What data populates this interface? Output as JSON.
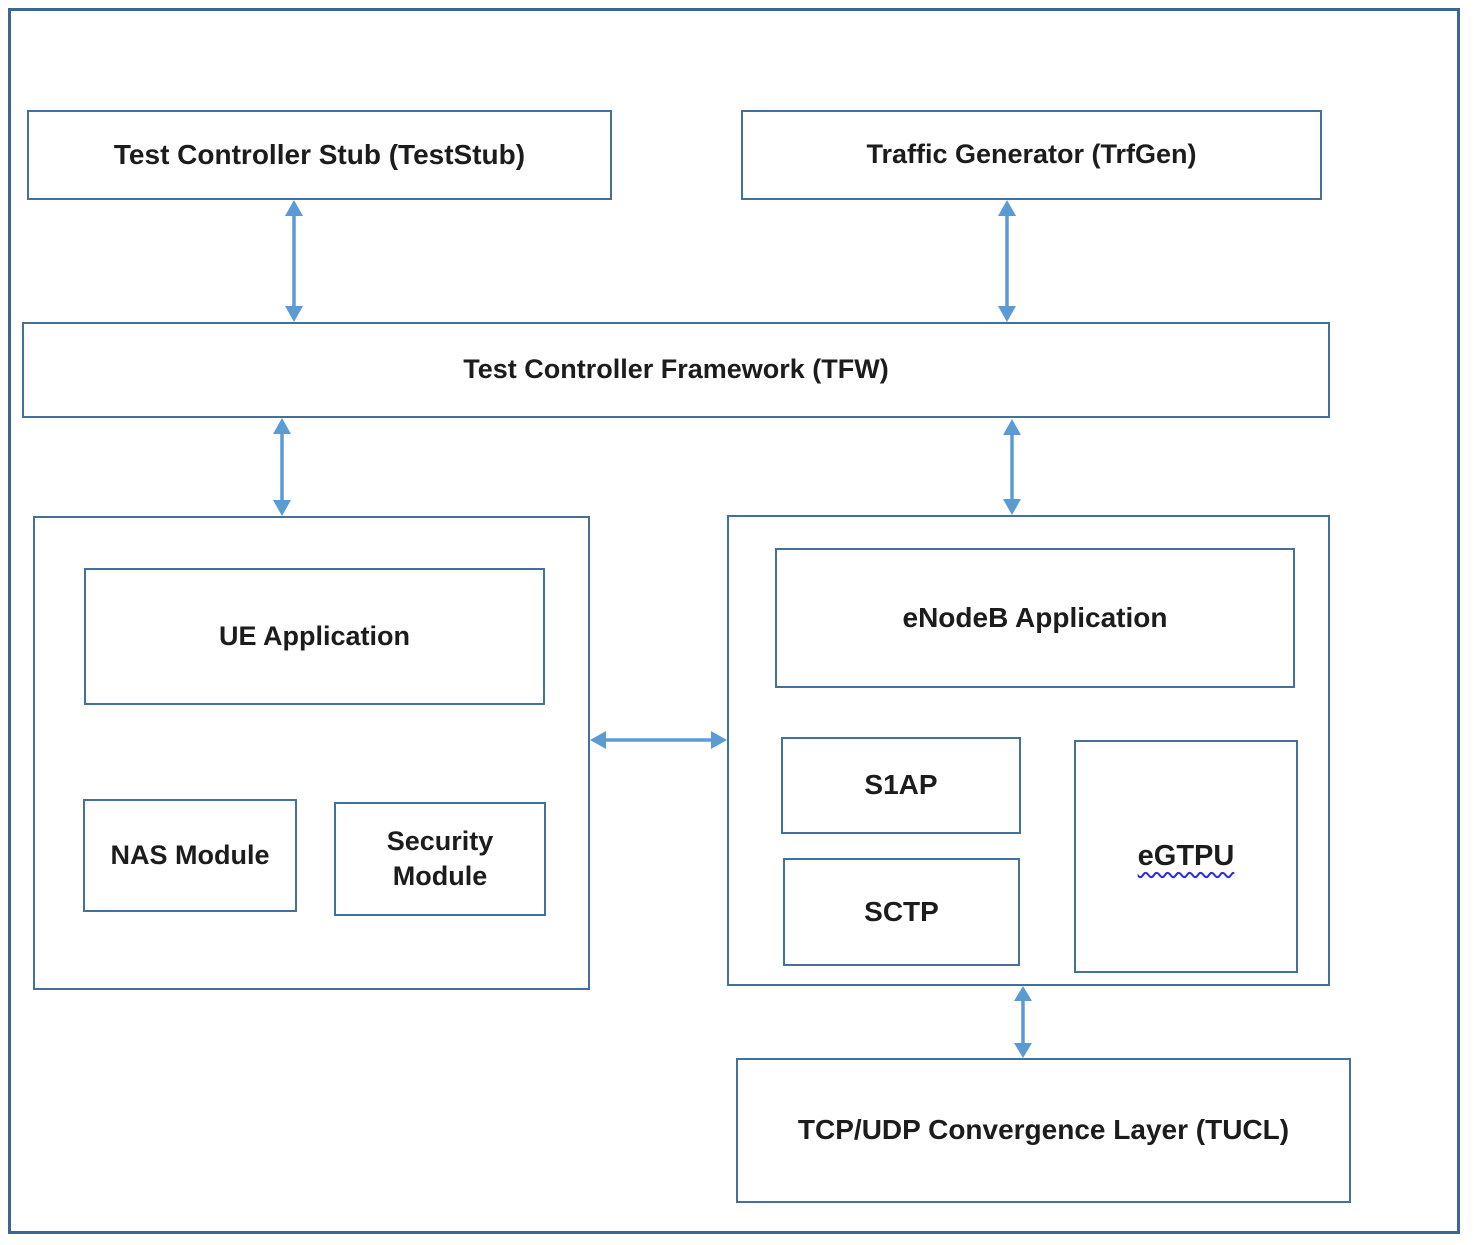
{
  "diagram": {
    "type": "block-architecture-diagram",
    "background": "#ffffff",
    "colors": {
      "box_border": "#41719c",
      "outer_border": "#3d6591",
      "arrow": "#5b9bd5",
      "label_text": "#1c1c1c",
      "spellcheck_underline": "#2c2cdf"
    },
    "nodes": {
      "teststub": {
        "label": "Test Controller Stub (TestStub)"
      },
      "trfgen": {
        "label": "Traffic Generator (TrfGen)"
      },
      "tfw": {
        "label": "Test Controller Framework (TFW)"
      },
      "ue_application": {
        "label": "UE Application"
      },
      "nas_module": {
        "label": "NAS Module"
      },
      "security_module": {
        "label": "Security Module"
      },
      "enodeb_application": {
        "label": "eNodeB Application"
      },
      "s1ap": {
        "label": "S1AP"
      },
      "sctp": {
        "label": "SCTP"
      },
      "egtpu": {
        "label": "eGTPU",
        "spellcheck_underline": true
      },
      "tucl": {
        "label": "TCP/UDP Convergence Layer (TUCL)"
      },
      "ue_block": {
        "label": "",
        "contains": [
          "ue_application",
          "nas_module",
          "security_module"
        ]
      },
      "enodeb_block": {
        "label": "",
        "contains": [
          "enodeb_application",
          "s1ap",
          "sctp",
          "egtpu"
        ]
      }
    },
    "connections": [
      {
        "from": "teststub",
        "to": "tfw",
        "direction": "bidirectional"
      },
      {
        "from": "trfgen",
        "to": "tfw",
        "direction": "bidirectional"
      },
      {
        "from": "tfw",
        "to": "ue_block",
        "direction": "bidirectional"
      },
      {
        "from": "tfw",
        "to": "enodeb_block",
        "direction": "bidirectional"
      },
      {
        "from": "ue_block",
        "to": "enodeb_block",
        "direction": "bidirectional"
      },
      {
        "from": "enodeb_block",
        "to": "tucl",
        "direction": "bidirectional"
      }
    ]
  }
}
